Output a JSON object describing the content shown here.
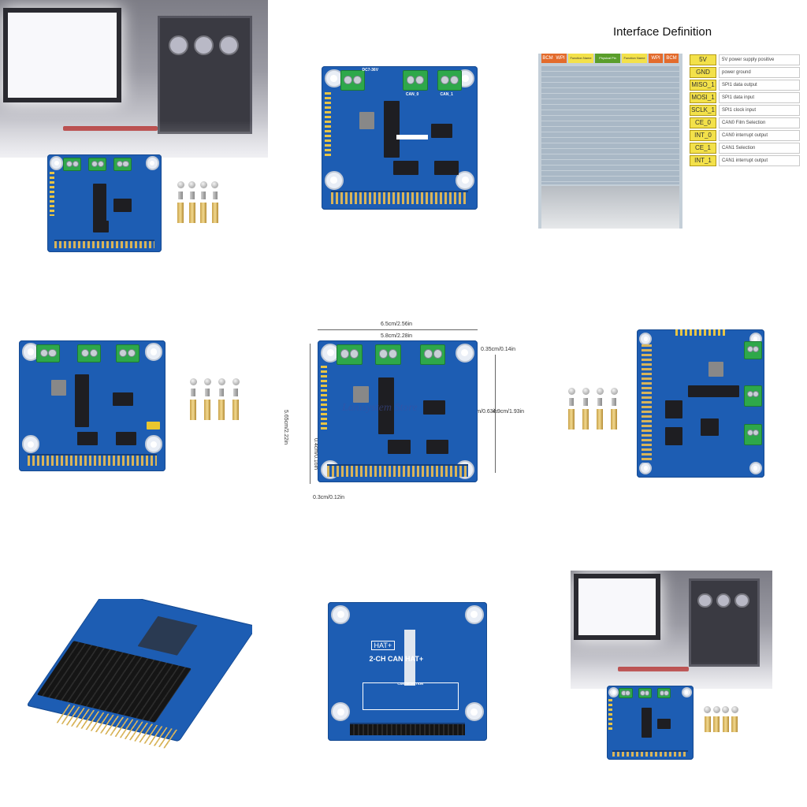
{
  "interface": {
    "title": "Interface Definition",
    "pin_headers": [
      "BCM",
      "WPI",
      "Function Name",
      "Physical Pin",
      "Function Name",
      "WPI",
      "BCM"
    ],
    "rows": [
      {
        "signal": "5V",
        "desc": "5V power supply positive"
      },
      {
        "signal": "GND",
        "desc": "power ground"
      },
      {
        "signal": "MISO_1",
        "desc": "SPI1 data output"
      },
      {
        "signal": "MOSI_1",
        "desc": "SPI1 data input"
      },
      {
        "signal": "SCLK_1",
        "desc": "SPI1 clock input"
      },
      {
        "signal": "CE_0",
        "desc": "CAN0 Film Selection"
      },
      {
        "signal": "INT_0",
        "desc": "CAN0 interrupt output"
      },
      {
        "signal": "CE_1",
        "desc": "CAN1 Selection"
      },
      {
        "signal": "INT_1",
        "desc": "CAN1 interrupt output"
      }
    ]
  },
  "dimensions": {
    "width_outer": "6.5cm/2.56in",
    "width_inner": "5.8cm/2.28in",
    "height_outer": "5.65cm/2.22in",
    "height_inner": "4.9cm/1.93in",
    "corner_offset": "0.35cm/0.14in",
    "hole_offset": "0.4cm/0.16in",
    "edge_offset": "0.3cm/0.12in",
    "slot": "1.6cm/0.63in",
    "watermark": "Lanisystem Store"
  },
  "back": {
    "hat_label": "HAT+",
    "product_label": "2-CH CAN HAT+",
    "table_title": "CAN SELECTION"
  },
  "board_labels": {
    "can0": "CAN_0",
    "can1": "CAN_1",
    "input": "DC7-36V"
  },
  "colors": {
    "pcb_blue": "#1d5db3",
    "terminal_green": "#2ea84a",
    "signal_yellow": "#f3e14a",
    "standoff_brass": "#d8b45a"
  }
}
